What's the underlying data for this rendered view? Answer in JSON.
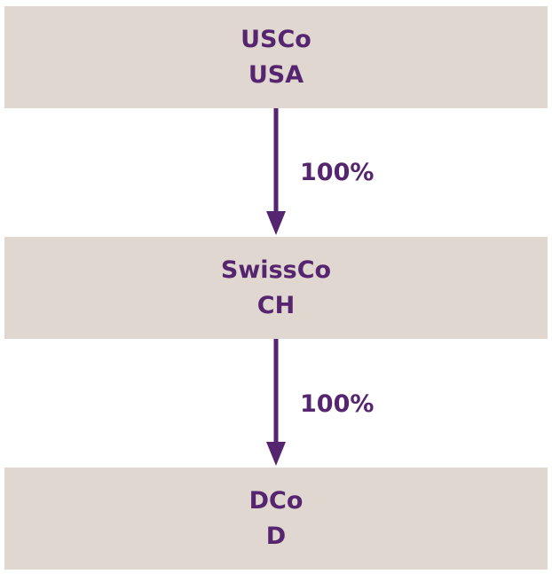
{
  "entities": [
    {
      "name": "USCo",
      "country": "USA"
    },
    {
      "name": "SwissCo",
      "country": "CH"
    },
    {
      "name": "DCo",
      "country": "D"
    }
  ],
  "ownership": [
    {
      "label": "100%"
    },
    {
      "label": "100%"
    }
  ],
  "colors": {
    "box_fill": "#dfd7d0",
    "text": "#56256f",
    "arrow": "#56256f"
  }
}
